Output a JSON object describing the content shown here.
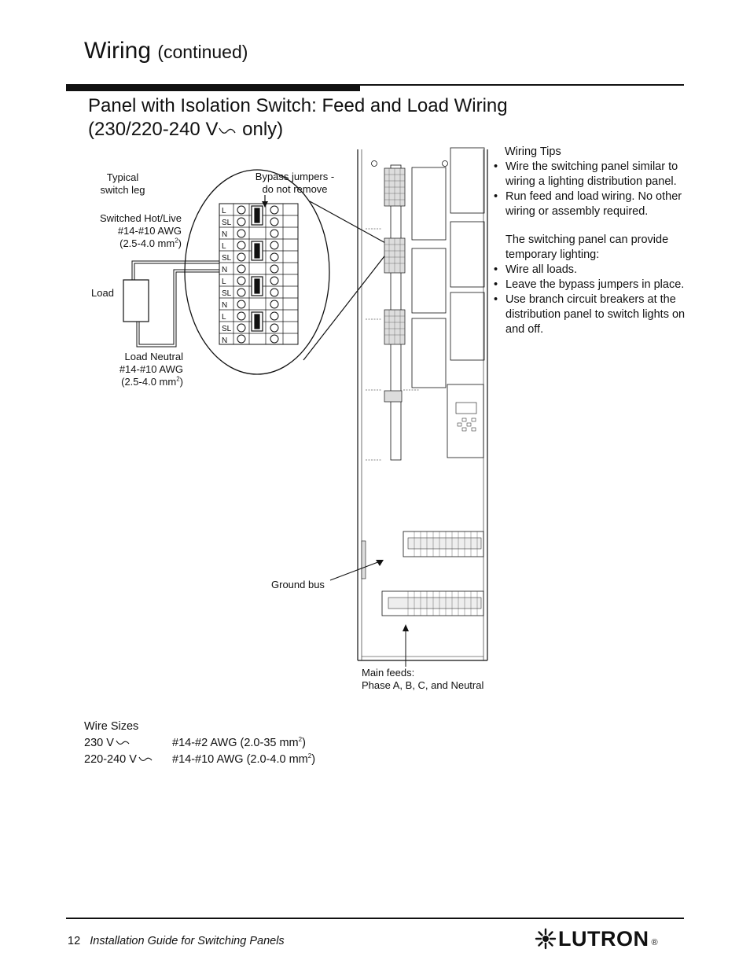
{
  "header": {
    "title": "Wiring",
    "title_suffix": "(continued)"
  },
  "section": {
    "heading_line1": "Panel with Isolation Switch: Feed and Load Wiring",
    "heading_line2_prefix": "(230/220-240 V",
    "heading_line2_suffix": " only)"
  },
  "diagram": {
    "typical_leg_1": "Typical",
    "typical_leg_2": "switch leg",
    "bypass_1": "Bypass jumpers -",
    "bypass_2": "do not remove",
    "switched_hot": "Switched Hot/Live",
    "switched_awg": "#14-#10 AWG",
    "switched_mm": "(2.5-4.0 mm",
    "mm_sup": "2",
    "mm_close": ")",
    "load": "Load",
    "load_neutral": "Load Neutral",
    "neutral_awg": "#14-#10 AWG",
    "neutral_mm": "(2.5-4.0 mm",
    "terminal_labels": [
      "L",
      "SL",
      "N",
      "L",
      "SL",
      "N",
      "L",
      "SL",
      "N",
      "L",
      "SL",
      "N"
    ],
    "ground_bus": "Ground bus",
    "main_feeds_1": "Main feeds:",
    "main_feeds_2": "Phase A, B, C, and Neutral"
  },
  "tips": {
    "title": "Wiring Tips",
    "items": [
      "Wire the switching panel similar to wiring a lighting distribution panel.",
      "Run feed and load wiring. No other wiring or assembly required."
    ],
    "paragraph": "The switching panel can provide temporary lighting:",
    "items2": [
      "Wire all loads.",
      "Leave the bypass jumpers in place.",
      "Use branch circuit breakers at the distribution panel to switch lights on and off."
    ]
  },
  "wire_sizes": {
    "title": "Wire Sizes",
    "rows": [
      {
        "voltage": "230 V",
        "awg": "#14-#2 AWG (2.0-35 mm",
        "sup": "2",
        "close": ")"
      },
      {
        "voltage": "220-240 V",
        "awg": "#14-#10 AWG (2.0-4.0 mm",
        "sup": "2",
        "close": ")"
      }
    ]
  },
  "footer": {
    "page_number": "12",
    "guide_title": "Installation Guide for Switching Panels",
    "brand": "LUTRON",
    "registered": "®"
  },
  "icons": {
    "ac_symbol": "ac-wave-icon",
    "logo": "lutron-logo-icon"
  }
}
